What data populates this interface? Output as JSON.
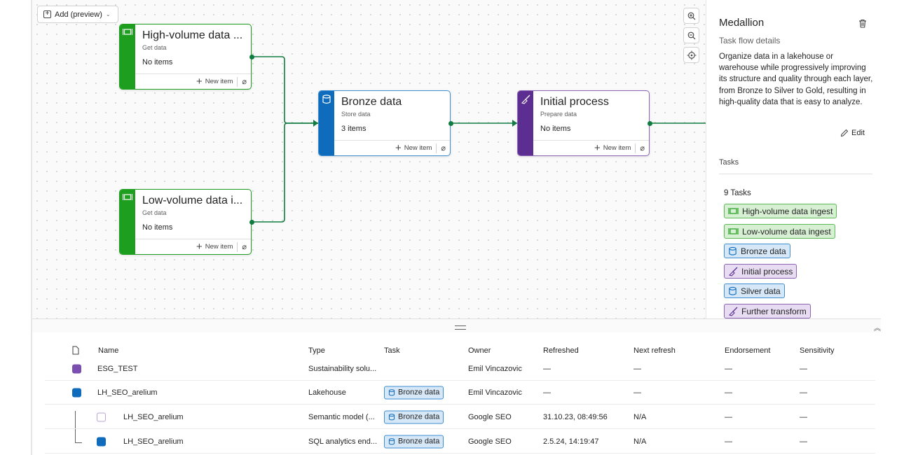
{
  "canvas": {
    "add_button": "Add (preview)",
    "cards": [
      {
        "id": "high",
        "title": "High-volume data ...",
        "subtitle": "Get data",
        "count": "No items",
        "new_item": "New item",
        "color": "#1e9e1e",
        "border": "#1e9e1e",
        "icon": "pipeline-icon"
      },
      {
        "id": "low",
        "title": "Low-volume data i...",
        "subtitle": "Get data",
        "count": "No items",
        "new_item": "New item",
        "color": "#1e9e1e",
        "border": "#1e9e1e",
        "icon": "pipeline-icon"
      },
      {
        "id": "bronze",
        "title": "Bronze data",
        "subtitle": "Store data",
        "count": "3 items",
        "new_item": "New item",
        "color": "#0f6cbd",
        "border": "#3f8ed0",
        "icon": "database-icon"
      },
      {
        "id": "initial",
        "title": "Initial process",
        "subtitle": "Prepare data",
        "count": "No items",
        "new_item": "New item",
        "color": "#5c2e91",
        "border": "#8c63b5",
        "icon": "broom-icon"
      }
    ],
    "connector_color": "#107c41"
  },
  "panel": {
    "title": "Medallion",
    "subtitle": "Task flow details",
    "description": "Organize data in a lakehouse or warehouse while progressively improving its structure and quality through each layer, from Bronze to Silver to Gold, resulting in high-quality data that is easy to analyze.",
    "edit_label": "Edit",
    "tasks_label": "Tasks",
    "tasks_count": "9 Tasks",
    "tasks": [
      {
        "label": "High-volume data ingest",
        "kind": "get"
      },
      {
        "label": "Low-volume data ingest",
        "kind": "get"
      },
      {
        "label": "Bronze data",
        "kind": "store"
      },
      {
        "label": "Initial process",
        "kind": "prep"
      },
      {
        "label": "Silver data",
        "kind": "store"
      },
      {
        "label": "Further transform",
        "kind": "prep"
      }
    ]
  },
  "table": {
    "headers": {
      "name": "Name",
      "type": "Type",
      "task": "Task",
      "owner": "Owner",
      "refreshed": "Refreshed",
      "next_refresh": "Next refresh",
      "endorsement": "Endorsement",
      "sensitivity": "Sensitivity"
    },
    "rows": [
      {
        "name": "ESG_TEST",
        "type": "Sustainability solu...",
        "task": "",
        "owner": "Emil Vincazovic",
        "refreshed": "—",
        "next_refresh": "—",
        "endorsement": "—",
        "sensitivity": "—",
        "icon": "sustainability-icon",
        "icon_color": "#7a4fb0"
      },
      {
        "name": "LH_SEO_arelium",
        "type": "Lakehouse",
        "task": "Bronze data",
        "owner": "Emil Vincazovic",
        "refreshed": "—",
        "next_refresh": "—",
        "endorsement": "—",
        "sensitivity": "—",
        "icon": "lakehouse-icon",
        "icon_color": "#0f6cbd"
      },
      {
        "name": "LH_SEO_arelium",
        "type": "Semantic model (...",
        "task": "Bronze data",
        "owner": "Google SEO",
        "refreshed": "31.10.23, 08:49:56",
        "next_refresh": "N/A",
        "endorsement": "—",
        "sensitivity": "—",
        "icon": "semantic-model-icon",
        "icon_color": "#7a4fb0"
      },
      {
        "name": "LH_SEO_arelium",
        "type": "SQL analytics end...",
        "task": "Bronze data",
        "owner": "Google SEO",
        "refreshed": "2.5.24, 14:19:47",
        "next_refresh": "N/A",
        "endorsement": "—",
        "sensitivity": "—",
        "icon": "sql-endpoint-icon",
        "icon_color": "#0f6cbd"
      }
    ]
  }
}
